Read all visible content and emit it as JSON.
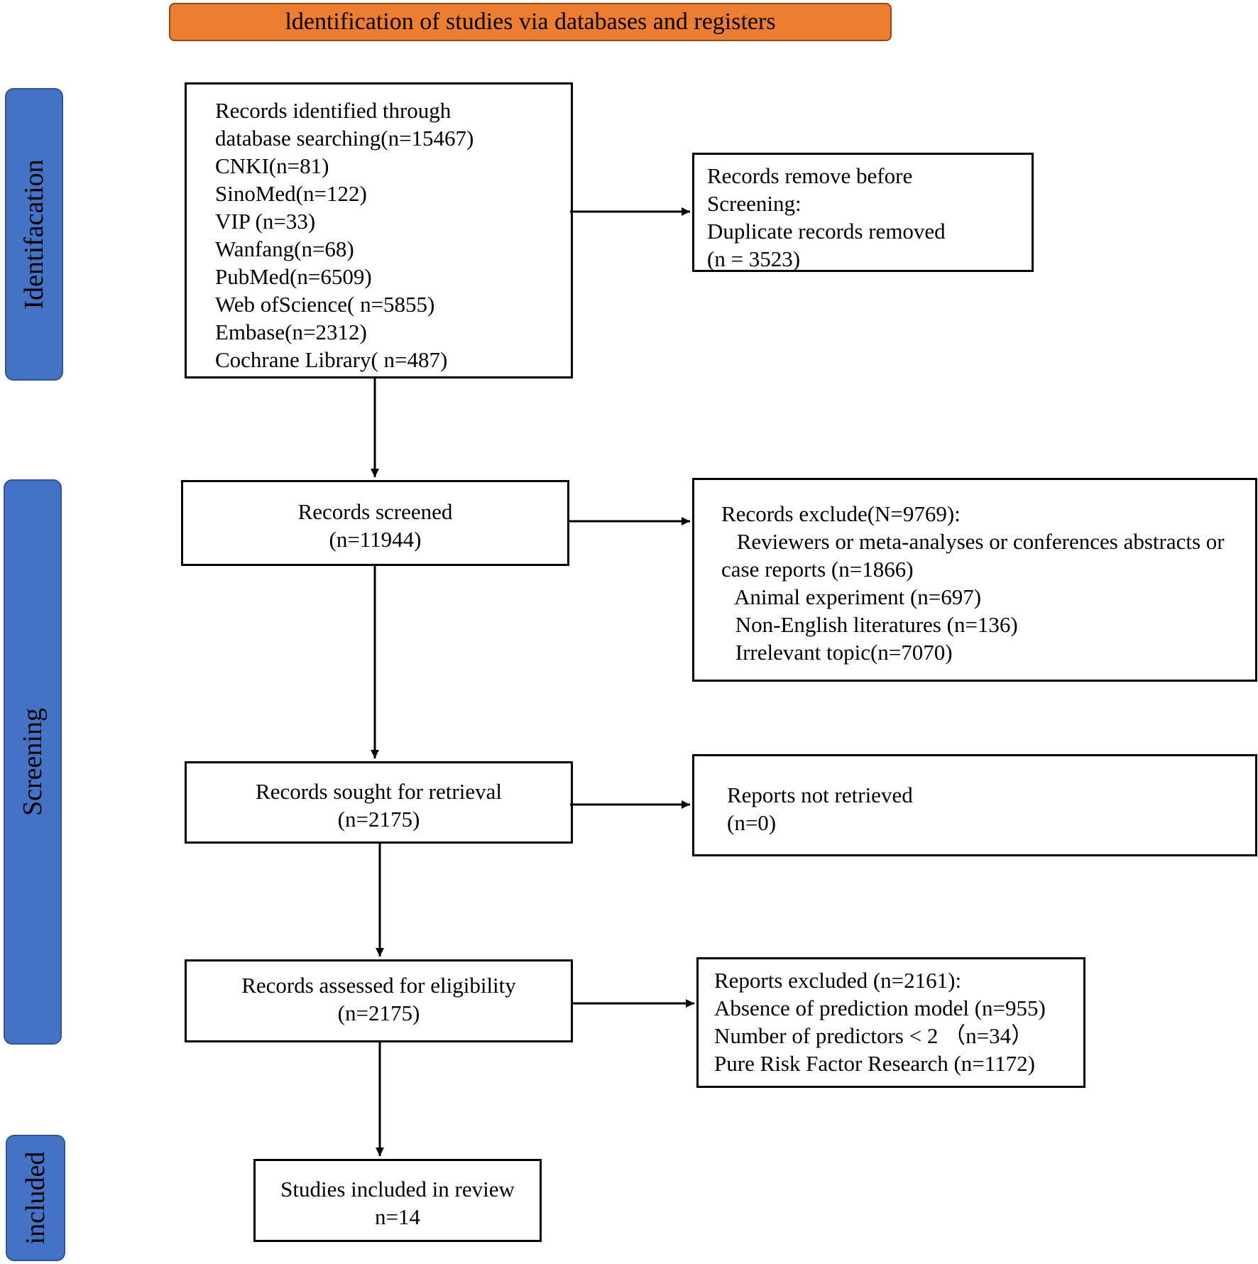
{
  "banner": {
    "title": "ldentification of studies via databases and registers"
  },
  "phases": {
    "identification": "Identifacation",
    "screening": "Screening",
    "included": "included"
  },
  "boxes": {
    "records_identified": {
      "lines": [
        "Records identified through",
        "database searching(n=15467)",
        "CNKI(n=81)",
        "SinoMed(n=122)",
        "VIP (n=33)",
        "Wanfang(n=68)",
        "PubMed(n=6509)",
        "Web ofScience( n=5855)",
        "Embase(n=2312)",
        "Cochrane Library( n=487)"
      ]
    },
    "records_removed": {
      "lines": [
        "Records remove before",
        "Screening:",
        "Duplicate records removed",
        "(n = 3523)"
      ]
    },
    "records_screened": {
      "lines": [
        "Records screened",
        "(n=11944)"
      ]
    },
    "records_excluded": {
      "lines": [
        "Records exclude(N=9769):",
        " Reviewers or meta-analyses or conferences abstracts or",
        "case reports (n=1866)",
        " Animal experiment (n=697)",
        " Non-English literatures (n=136)",
        " Irrelevant topic(n=7070)"
      ]
    },
    "sought_retrieval": {
      "lines": [
        "Records sought for retrieval",
        "(n=2175)"
      ]
    },
    "not_retrieved": {
      "lines": [
        "Reports not retrieved",
        "(n=0)"
      ]
    },
    "assessed_eligibility": {
      "lines": [
        "Records assessed for eligibility",
        "(n=2175)"
      ]
    },
    "reports_excluded": {
      "lines": [
        "Reports excluded (n=2161):",
        "Absence of prediction model (n=955)",
        "Number of predictors < 2 （n=34）",
        "Pure Risk Factor Research (n=1172)"
      ]
    },
    "included_review": {
      "lines": [
        "Studies included in review",
        "n=14"
      ]
    }
  }
}
